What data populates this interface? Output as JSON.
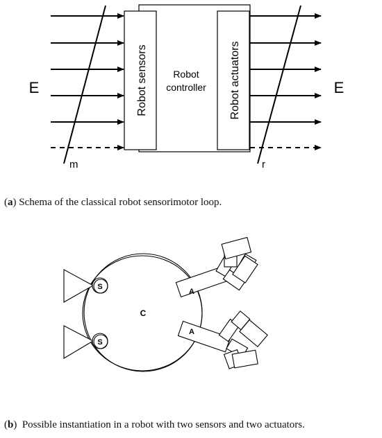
{
  "diagram_a": {
    "env_left": "E",
    "env_right": "E",
    "sensors_label": "Robot sensors",
    "controller_line1": "Robot",
    "controller_line2": "controller",
    "actuators_label": "Robot actuators",
    "m_label": "m",
    "r_label": "r"
  },
  "diagram_b": {
    "controller": "C",
    "sensor_top": "S",
    "sensor_bottom": "S",
    "actuator_top": "A",
    "actuator_bottom": "A"
  },
  "captions": {
    "a_tag": "a",
    "a_text": "Schema of the classical robot sensorimotor loop.",
    "b_tag": "b",
    "b_text": "Possible instantiation in a robot with two sensors and two actuators."
  }
}
